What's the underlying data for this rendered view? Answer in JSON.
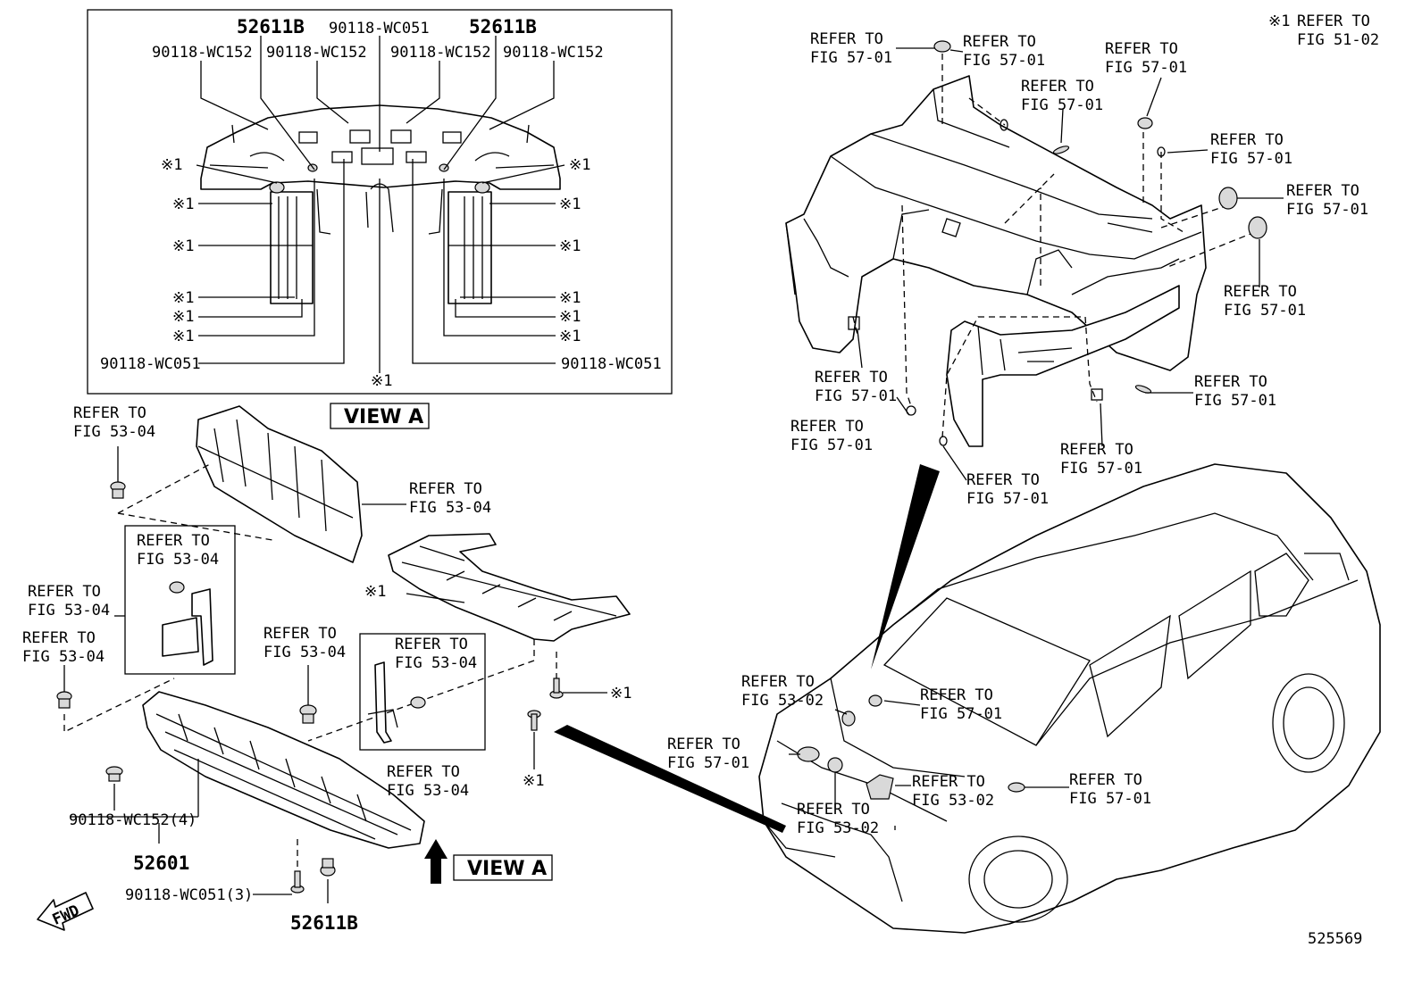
{
  "view_a_label": "VIEW A",
  "fwd_label": "FWD",
  "diagram_number": "525569",
  "note": {
    "mark": "※1",
    "text": "REFER TO",
    "fig": "FIG 51-02"
  },
  "refer_to": "REFER TO",
  "figs": {
    "f5304": "FIG 53-04",
    "f5701": "FIG 57-01",
    "f5302": "FIG 53-02"
  },
  "mark": "※1",
  "parts": {
    "p52611b": "52611B",
    "p90118_wc051": "90118-WC051",
    "p90118_wc152": "90118-WC152",
    "p52601": "52601",
    "p90118_wc152_4": "90118-WC152(4)",
    "p90118_wc051_3": "90118-WC051(3)"
  }
}
